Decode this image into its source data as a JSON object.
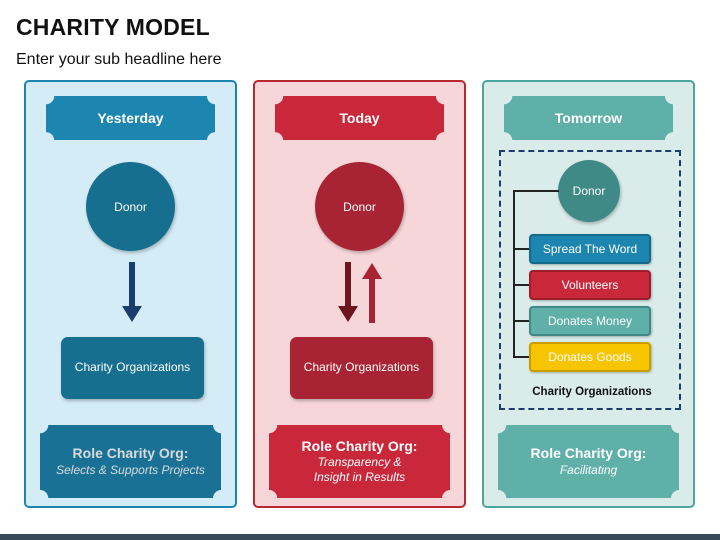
{
  "header": {
    "title": "CHARITY MODEL",
    "subtitle": "Enter your sub headline here"
  },
  "columns": [
    {
      "heading": "Yesterday",
      "donor": "Donor",
      "organizations": "Charity Organizations",
      "role_title": "Role Charity Org:",
      "role_text": "Selects & Supports Projects",
      "arrow": "down"
    },
    {
      "heading": "Today",
      "donor": "Donor",
      "organizations": "Charity Organizations",
      "role_title": "Role Charity Org:",
      "role_text": "Transparency & Insight in Results",
      "arrow": "both"
    },
    {
      "heading": "Tomorrow",
      "donor": "Donor",
      "actions": [
        "Spread The Word",
        "Volunteers",
        "Donates Money",
        "Donates Goods"
      ],
      "group_label": "Charity Organizations",
      "role_title": "Role Charity Org:",
      "role_text": "Facilitating"
    }
  ],
  "colors": {
    "blue": "#1d86b0",
    "red": "#c8283a",
    "teal": "#5fb0a9",
    "yellow": "#f7c500"
  }
}
